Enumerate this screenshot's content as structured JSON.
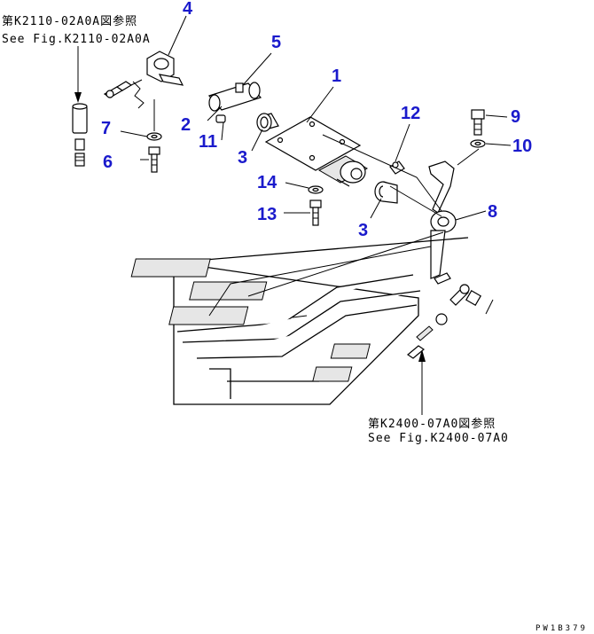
{
  "references": {
    "top_ja": "第K2110-02A0A図参照",
    "top_en": "See Fig.K2110-02A0A",
    "bottom_ja": "第K2400-07A0図参照",
    "bottom_en": "See Fig.K2400-07A0"
  },
  "callouts": {
    "c1": "1",
    "c2": "2",
    "c3a": "3",
    "c3b": "3",
    "c4": "4",
    "c5": "5",
    "c6": "6",
    "c7": "7",
    "c8": "8",
    "c9": "9",
    "c10": "10",
    "c11": "11",
    "c12": "12",
    "c13": "13",
    "c14": "14"
  },
  "drawing_code": "PW1B379",
  "colors": {
    "callout": "#1a1acc",
    "line": "#000000"
  }
}
